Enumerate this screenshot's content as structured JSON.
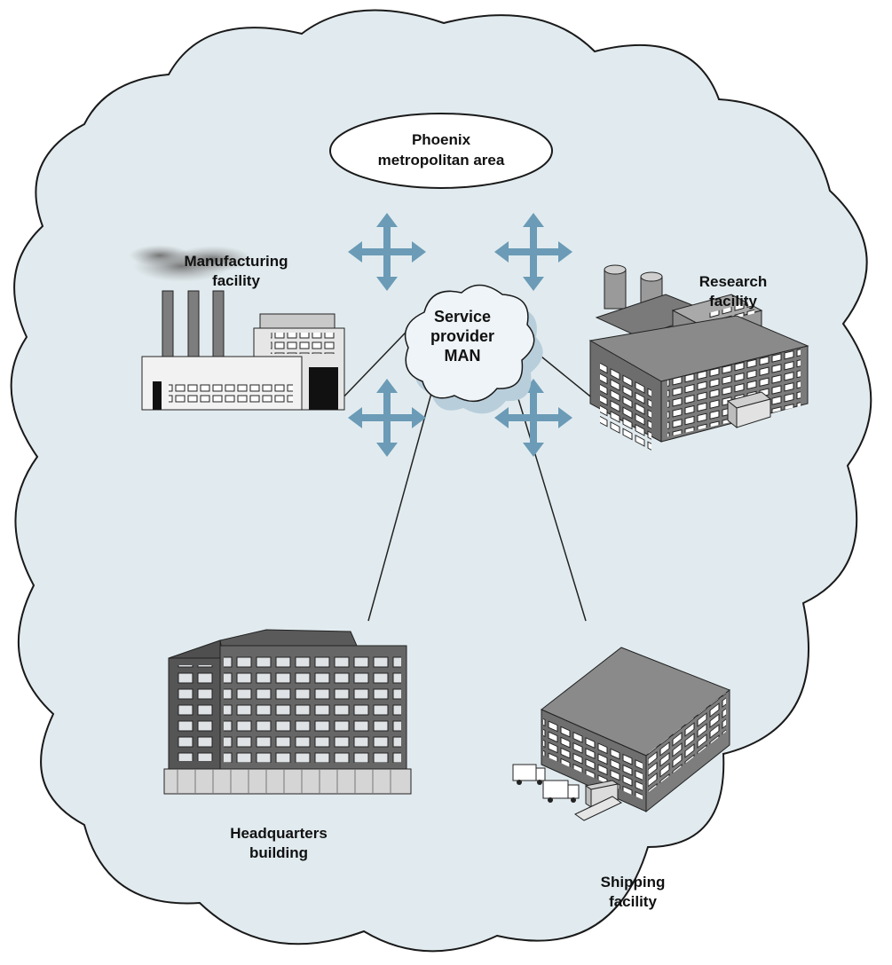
{
  "region": {
    "line1": "Phoenix",
    "line2": "metropolitan area"
  },
  "service_provider": {
    "line1": "Service",
    "line2": "provider",
    "line3": "MAN"
  },
  "facilities": {
    "manufacturing": {
      "line1": "Manufacturing",
      "line2": "facility",
      "icon": "factory-icon"
    },
    "research": {
      "line1": "Research",
      "line2": "facility",
      "icon": "research-building-icon"
    },
    "headquarters": {
      "line1": "Headquarters",
      "line2": "building",
      "icon": "office-tower-icon"
    },
    "shipping": {
      "line1": "Shipping",
      "line2": "facility",
      "icon": "warehouse-icon"
    }
  },
  "colors": {
    "outer_cloud_fill": "#e1ebef",
    "inner_cloud_fill": "#eef4f7",
    "inner_cloud_shadow": "#b9cedb",
    "router_arrows": "#6b9bb6",
    "building_gray": "#8a8a8a",
    "link_line": "#222222"
  }
}
